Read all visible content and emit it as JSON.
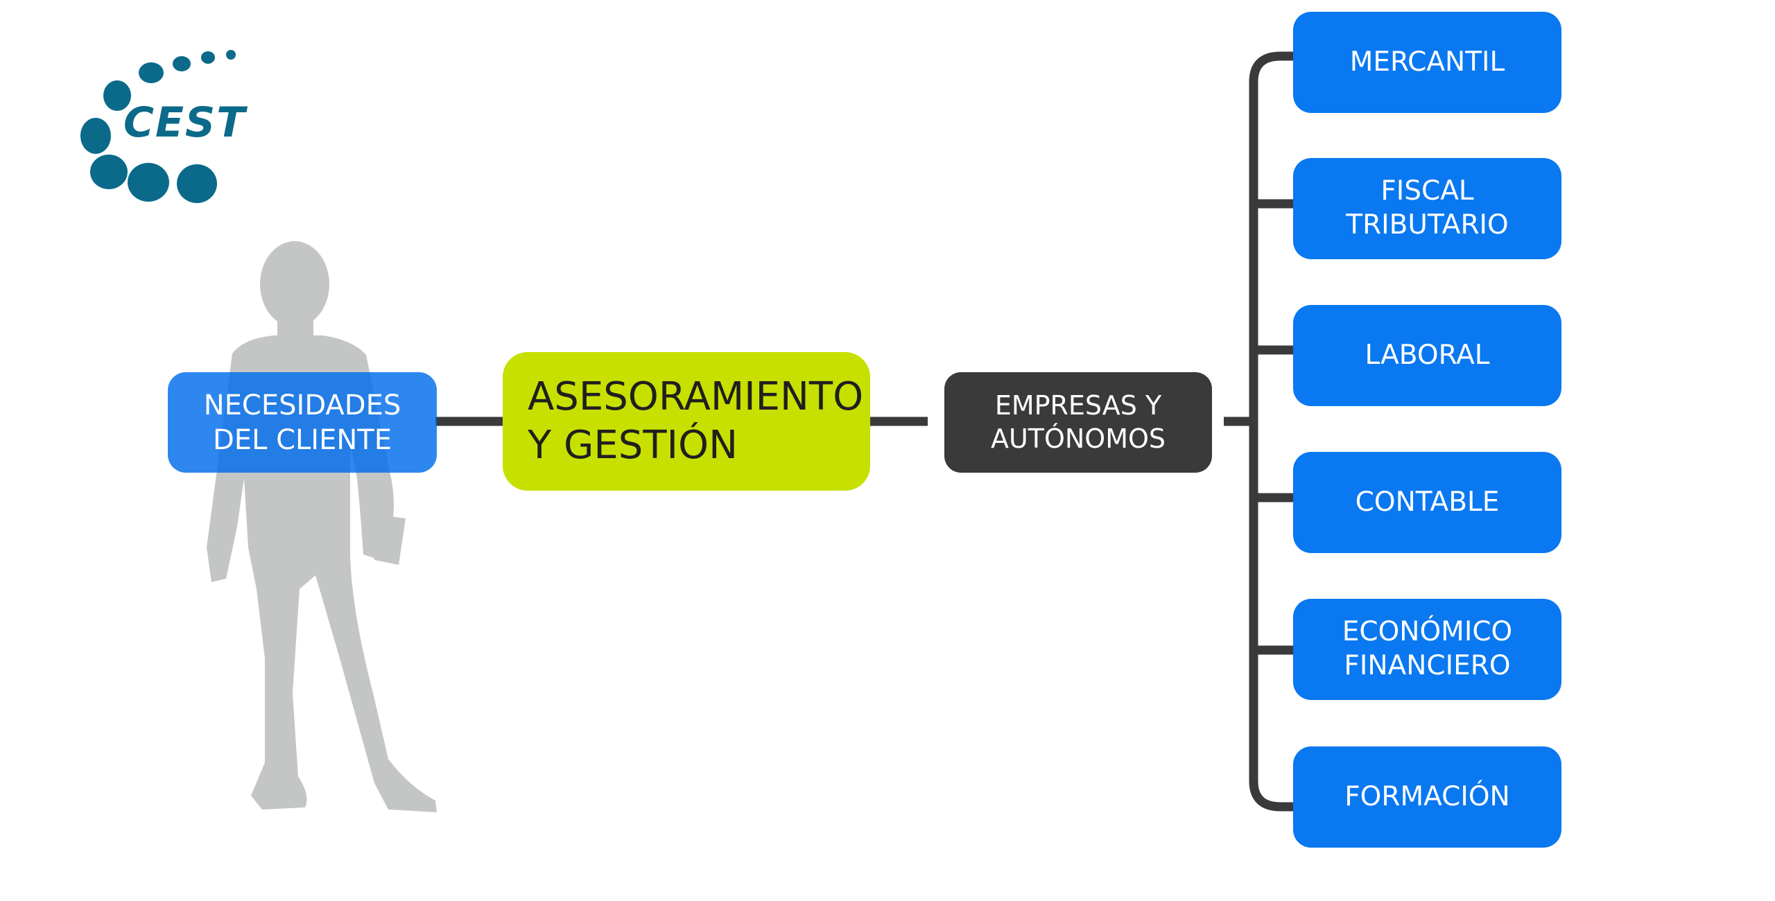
{
  "colors": {
    "accent_blue": "#0a78f0",
    "lime": "#c8e000",
    "dark_box": "#3a3a3a",
    "connector": "#3a3a3a",
    "logo_teal": "#0b6a8a",
    "silhouette": "#c4c6c6"
  },
  "logo": {
    "text": "CEST",
    "icon": "dot-swirl-logo-icon"
  },
  "figure": {
    "icon": "person-silhouette-icon"
  },
  "needs": {
    "line1": "NECESIDADES",
    "line2": "DEL CLIENTE"
  },
  "core": {
    "line1": "ASESORAMIENTO",
    "line2": "Y GESTIÓN"
  },
  "clients": {
    "line1": "EMPRESAS Y",
    "line2": "AUTÓNOMOS"
  },
  "services": [
    {
      "line1": "MERCANTIL",
      "line2": ""
    },
    {
      "line1": "FISCAL",
      "line2": "TRIBUTARIO"
    },
    {
      "line1": "LABORAL",
      "line2": ""
    },
    {
      "line1": "CONTABLE",
      "line2": ""
    },
    {
      "line1": "ECONÓMICO",
      "line2": "FINANCIERO"
    },
    {
      "line1": "FORMACIÓN",
      "line2": ""
    }
  ]
}
